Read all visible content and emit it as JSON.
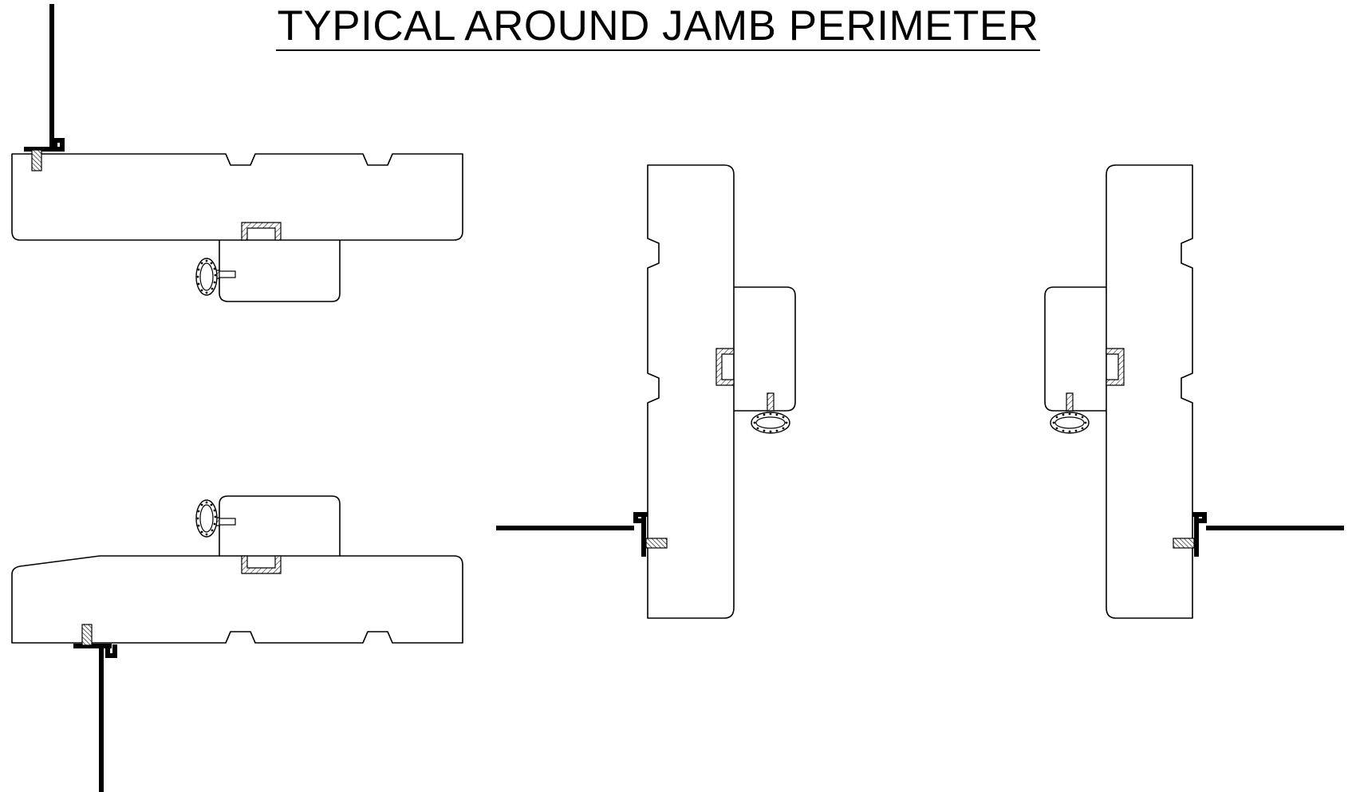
{
  "title": "TYPICAL AROUND JAMB PERIMETER",
  "colors": {
    "line": "#000000",
    "background": "#ffffff"
  },
  "details": [
    {
      "id": "head",
      "icon": "jamb-section-top"
    },
    {
      "id": "sill",
      "icon": "jamb-section-bottom"
    },
    {
      "id": "left-jamb",
      "icon": "jamb-section-left"
    },
    {
      "id": "right-jamb",
      "icon": "jamb-section-right"
    }
  ]
}
